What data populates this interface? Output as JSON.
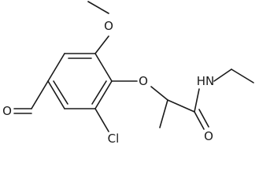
{
  "molecule": {
    "atoms": {
      "methoxy_oxygen": "O",
      "ether_oxygen": "O",
      "aldehyde_oxygen": "O",
      "chlorine": "Cl",
      "amide_oxygen": "O",
      "amide_nh": "HN"
    }
  }
}
